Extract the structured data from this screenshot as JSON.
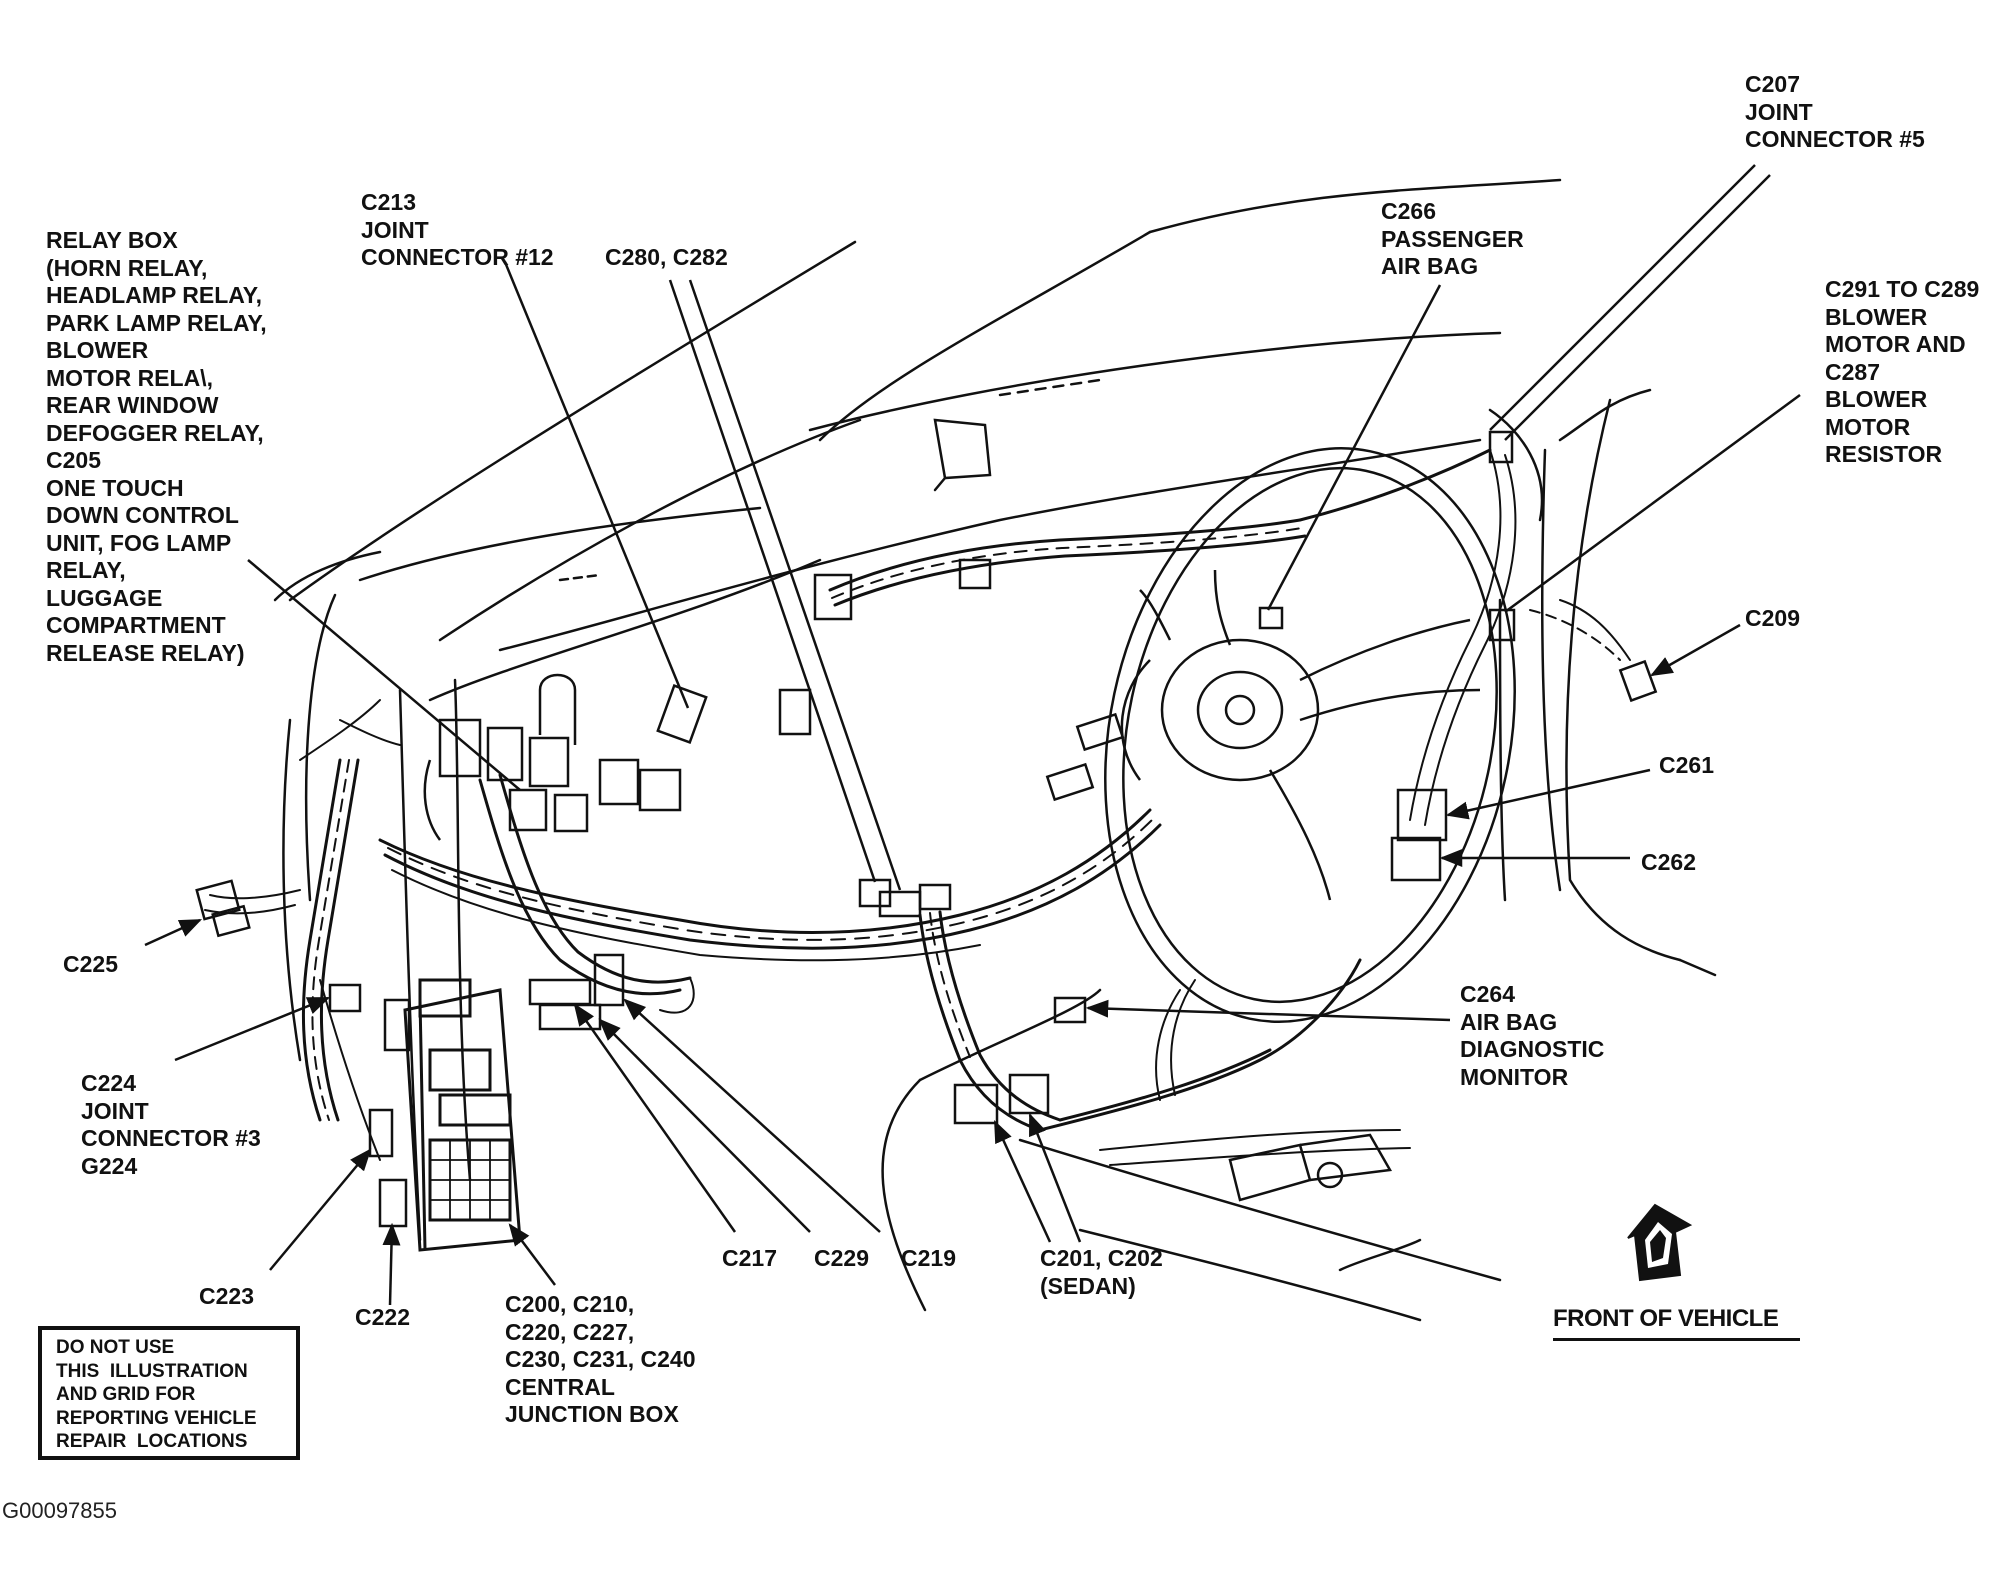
{
  "labels": {
    "relay_box": "RELAY BOX\n(HORN RELAY,\nHEADLAMP RELAY,\nPARK LAMP RELAY,\nBLOWER\nMOTOR RELA\\,\nREAR WINDOW\nDEFOGGER RELAY,\nC205\nONE TOUCH\nDOWN CONTROL\nUNIT, FOG LAMP\nRELAY,\nLUGGAGE\nCOMPARTMENT\nRELEASE RELAY)",
    "c213": "C213\nJOINT\nCONNECTOR #12",
    "c280": "C280, C282",
    "c266": "C266\nPASSENGER\nAIR BAG",
    "c207": "C207\nJOINT\nCONNECTOR #5",
    "c291": "C291 TO C289\nBLOWER\nMOTOR AND\nC287\nBLOWER\nMOTOR\nRESISTOR",
    "c209": "C209",
    "c261": "C261",
    "c262": "C262",
    "c264": "C264\nAIR BAG\nDIAGNOSTIC\nMONITOR",
    "c225": "C225",
    "c224": "C224\nJOINT\nCONNECTOR #3\nG224",
    "c223": "C223",
    "c222": "C222",
    "c200": "C200, C210,\nC220, C227,\nC230, C231, C240\nCENTRAL\nJUNCTION BOX",
    "c217": "C217",
    "c229": "C229",
    "c219": "C219",
    "c201": "C201, C202\n(SEDAN)"
  },
  "notice": "DO NOT USE\nTHIS  ILLUSTRATION\nAND GRID FOR\nREPORTING VEHICLE\nREPAIR  LOCATIONS",
  "front_of_vehicle": "FRONT OF VEHICLE",
  "figure_code": "G00097855",
  "colors": {
    "ink": "#111111",
    "background": "#ffffff"
  }
}
